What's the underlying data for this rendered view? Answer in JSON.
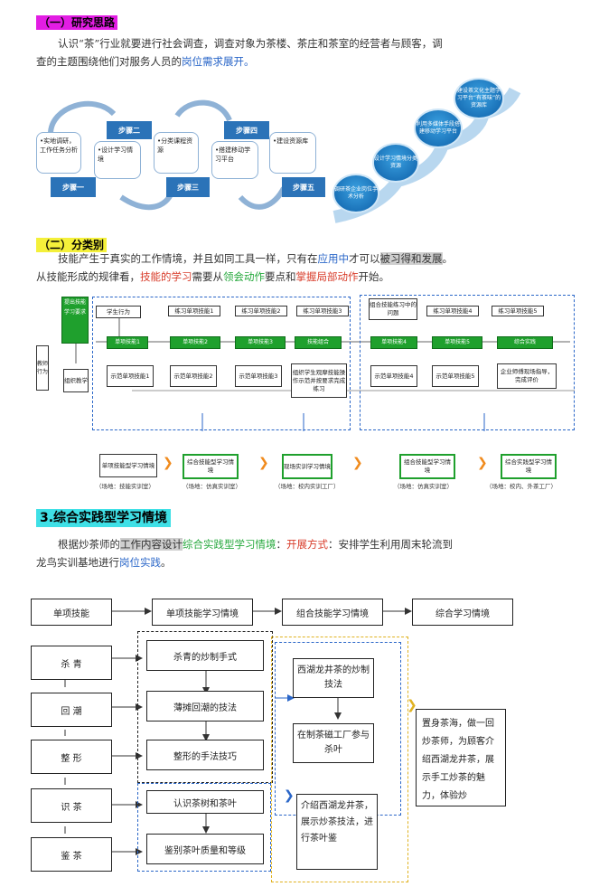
{
  "section1": {
    "heading": "（一）研究思路",
    "para1": "认识“茶”行业就要进行社会调查，调查对象为茶楼、茶庄和茶室的经营者与顾客，调",
    "para2_pre": "查的主题围绕他们对服务人员的",
    "para2_hl": "岗位需求展开。"
  },
  "flow1": {
    "box1": "•实地调研，工作任务分析",
    "box2": "•设计学习情境",
    "box3": "•分类课程资源",
    "box4": "•搭建移动学习平台",
    "box5": "•建设资源库",
    "step1": "步骤一",
    "step2": "步骤二",
    "step3": "步骤三",
    "step4": "步骤四",
    "step5": "步骤五"
  },
  "stairs": {
    "s1": "调研茶企业岗位手术分析",
    "s2": "设计学习情境分类资源",
    "s3": "利用多媒体手段搭建移动学习平台",
    "s4": "建设茶文化主题学习平台“有茶味”的资源库"
  },
  "section2": {
    "heading": "（二）分类别",
    "para1_pre": "技能产生于真实的工作情境，并且如同工具一样，只有在",
    "para1_blue": "应用中",
    "para1_mid": "才可以",
    "para1_gray": "被习得和发展",
    "para1_end": "。",
    "para2_pre": "从技能形成的规律看，",
    "para2_red": "技能的学习",
    "para2_mid": "需要从",
    "para2_green": "领会动作",
    "para2_mid2": "要点和",
    "para2_red2": "掌握局部动作",
    "para2_end": "开始。"
  },
  "diagram2": {
    "left_green": "提出技能学习要求",
    "teacher": "教师行为",
    "student": "学生行为",
    "demo": "组织教学",
    "g1": "单项技能1",
    "g2": "单项技能2",
    "g3": "单项技能3",
    "g_combo": "技能组合",
    "g4": "单项技能4",
    "g5": "单项技能5",
    "g6": "综合实践",
    "t1": "练习单项技能1",
    "t2": "练习单项技能2",
    "t3": "练习单项技能3",
    "t_combo": "组合技能练习中的问题",
    "t4": "练习单项技能4",
    "t5": "练习单项技能5",
    "b1": "示范单项技能1",
    "b2": "示范单项技能2",
    "b3": "示范单项技能3",
    "b_combo": "组织学生观摩技能操作示范并按要求完成练习",
    "b4": "示范单项技能4",
    "b5": "示范单项技能5",
    "b6": "企业师傅现场指导，完成评价",
    "q1": "单项技能型学习情境",
    "q2": "综合技能型学习情境",
    "q3": "现场实训学习情境",
    "q4": "组合技能型学习情境",
    "q5": "综合实践型学习情境",
    "c1": "（场地：技能实训室）",
    "c2": "（场地：仿真实训室）",
    "c3": "（场地：校内实训工厂）",
    "c4": "（场地：仿真实训室）",
    "c5": "（场地：校内、外茶工厂）"
  },
  "section3": {
    "heading": "3.综合实践型学习情境",
    "para1_pre": "根据炒茶师的",
    "para1_gray": "工作内容设计",
    "para1_green": "综合实践型学习情境",
    "para1_mid": "：",
    "para1_red": "开展方式",
    "para1_end": "：安排学生利用周末轮流到",
    "para2_pre": "龙鸟实训基地进行",
    "para2_blue": "岗位实践",
    "para2_end": "。"
  },
  "diagram3": {
    "top1": "单项技能",
    "top2": "单项技能学习情境",
    "top3": "组合技能学习情境",
    "top4": "综合学习情境",
    "l1": "杀 青",
    "l2": "回 潮",
    "l3": "整 形",
    "l4": "识 茶",
    "l5": "鉴 茶",
    "m1": "杀青的炒制手式",
    "m2": "薄摊回潮的技法",
    "m3": "整形的手法技巧",
    "m4": "认识茶树和茶叶",
    "m5": "鉴别茶叶质量和等级",
    "c1": "西湖龙井茶的炒制技法",
    "c2": "在制茶磁工厂参与杀叶",
    "c3": "介绍西湖龙井茶，展示炒茶技法，进行茶叶鉴",
    "r1": "置身茶海，做一回炒茶师，为顾客介绍西湖龙井茶，展示手工炒茶的魅力，体验炒"
  }
}
